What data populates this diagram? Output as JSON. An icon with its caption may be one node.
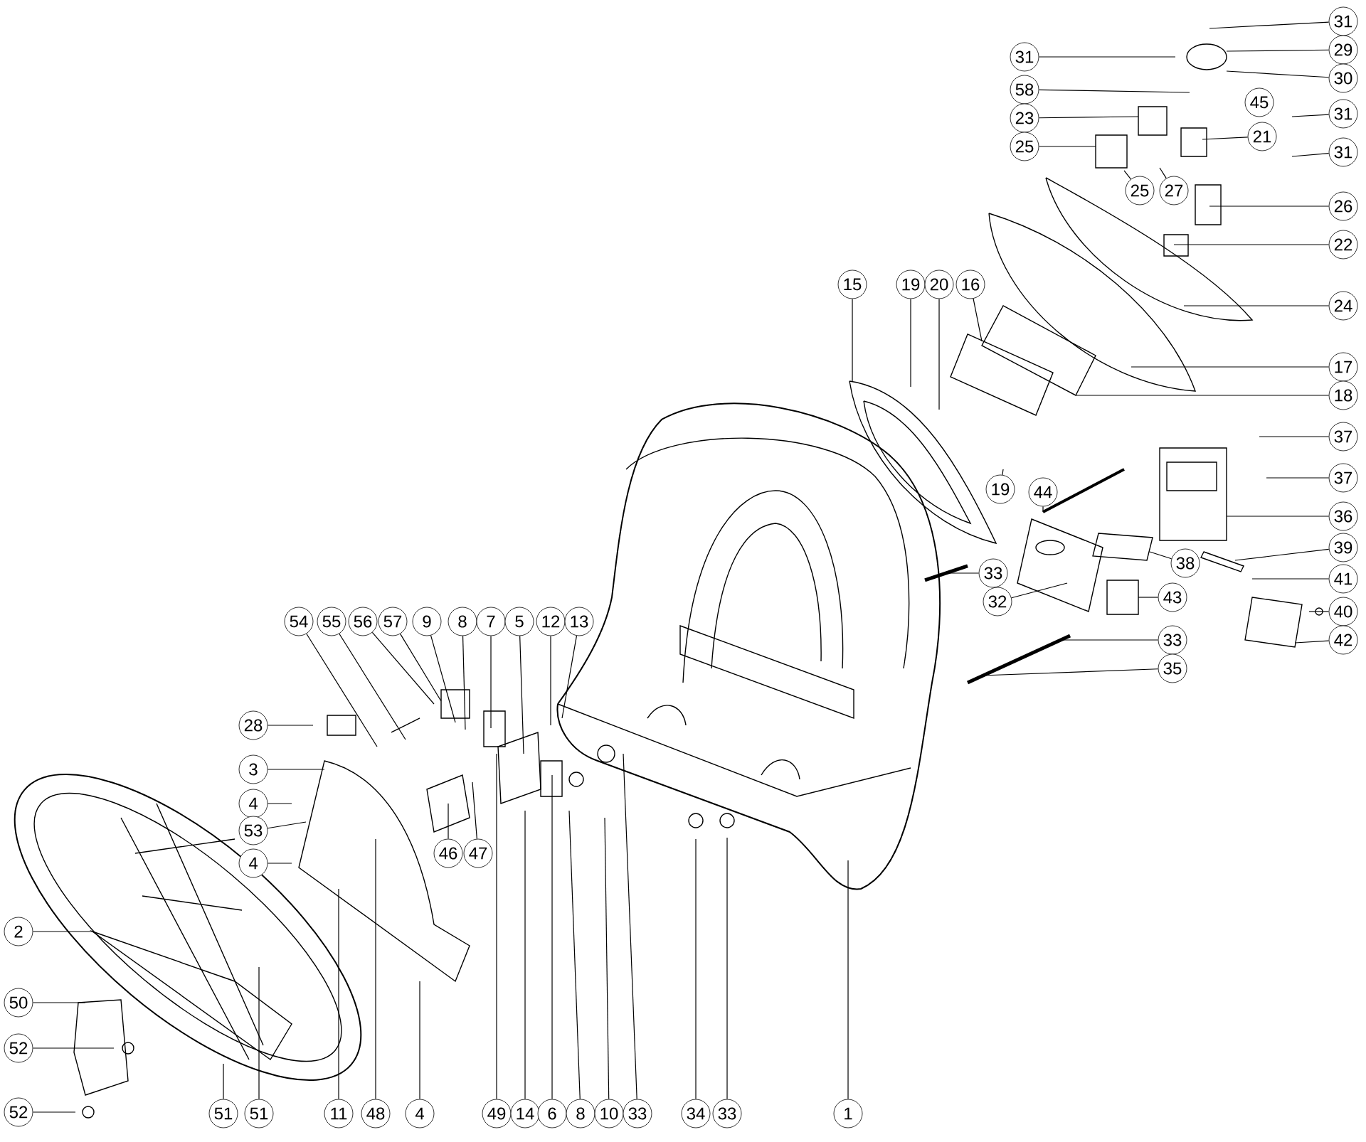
{
  "diagram": {
    "nodes": [
      {
        "text": [
          "31"
        ]
      },
      {
        "text": [
          "29"
        ]
      },
      {
        "text": [
          "31"
        ]
      },
      {
        "text": [
          "30"
        ]
      },
      {
        "text": [
          "58"
        ]
      },
      {
        "text": [
          "45"
        ]
      },
      {
        "text": [
          "23"
        ]
      },
      {
        "text": [
          "31"
        ]
      },
      {
        "text": [
          "21"
        ]
      },
      {
        "text": [
          "25"
        ]
      },
      {
        "text": [
          "31"
        ]
      },
      {
        "text": [
          "25"
        ]
      },
      {
        "text": [
          "27"
        ]
      },
      {
        "text": [
          "26"
        ]
      },
      {
        "text": [
          "22"
        ]
      },
      {
        "text": [
          "15"
        ]
      },
      {
        "text": [
          "19"
        ]
      },
      {
        "text": [
          "20"
        ]
      },
      {
        "text": [
          "16"
        ]
      },
      {
        "text": [
          "24"
        ]
      },
      {
        "text": [
          "17"
        ]
      },
      {
        "text": [
          "18"
        ]
      },
      {
        "text": [
          "37"
        ]
      },
      {
        "text": [
          "37"
        ]
      },
      {
        "text": [
          "19"
        ]
      },
      {
        "text": [
          "44"
        ]
      },
      {
        "text": [
          "36"
        ]
      },
      {
        "text": [
          "39"
        ]
      },
      {
        "text": [
          "38"
        ]
      },
      {
        "text": [
          "33"
        ]
      },
      {
        "text": [
          "41"
        ]
      },
      {
        "text": [
          "32"
        ]
      },
      {
        "text": [
          "43"
        ]
      },
      {
        "text": [
          "40"
        ]
      },
      {
        "text": [
          "33"
        ]
      },
      {
        "text": [
          "42"
        ]
      },
      {
        "text": [
          "35"
        ]
      },
      {
        "text": [
          "54"
        ]
      },
      {
        "text": [
          "55"
        ]
      },
      {
        "text": [
          "56"
        ]
      },
      {
        "text": [
          "57"
        ]
      },
      {
        "text": [
          "9"
        ]
      },
      {
        "text": [
          "8"
        ]
      },
      {
        "text": [
          "7"
        ]
      },
      {
        "text": [
          "5"
        ]
      },
      {
        "text": [
          "12"
        ]
      },
      {
        "text": [
          "13"
        ]
      },
      {
        "text": [
          "28"
        ]
      },
      {
        "text": [
          "3"
        ]
      },
      {
        "text": [
          "4"
        ]
      },
      {
        "text": [
          "53"
        ]
      },
      {
        "text": [
          "4"
        ]
      },
      {
        "text": [
          "46"
        ]
      },
      {
        "text": [
          "47"
        ]
      },
      {
        "text": [
          "2"
        ]
      },
      {
        "text": [
          "50"
        ]
      },
      {
        "text": [
          "52"
        ]
      },
      {
        "text": [
          "52"
        ]
      },
      {
        "text": [
          "51"
        ]
      },
      {
        "text": [
          "51"
        ]
      },
      {
        "text": [
          "11"
        ]
      },
      {
        "text": [
          "48"
        ]
      },
      {
        "text": [
          "4"
        ]
      },
      {
        "text": [
          "49"
        ]
      },
      {
        "text": [
          "14"
        ]
      },
      {
        "text": [
          "6"
        ]
      },
      {
        "text": [
          "8"
        ]
      },
      {
        "text": [
          "10"
        ]
      },
      {
        "text": [
          "33"
        ]
      },
      {
        "text": [
          "34"
        ]
      },
      {
        "text": [
          "33"
        ]
      },
      {
        "text": [
          "1"
        ]
      }
    ],
    "edges": [
      {
        "from": 0,
        "to": null,
        "arrow": "none"
      },
      {
        "from": 1,
        "to": null,
        "arrow": "none"
      },
      {
        "from": 2,
        "to": null,
        "arrow": "none"
      },
      {
        "from": 3,
        "to": null,
        "arrow": "none"
      },
      {
        "from": 4,
        "to": null,
        "arrow": "none"
      },
      {
        "from": 6,
        "to": null,
        "arrow": "none"
      },
      {
        "from": 7,
        "to": null,
        "arrow": "none"
      },
      {
        "from": 8,
        "to": null,
        "arrow": "none"
      },
      {
        "from": 9,
        "to": null,
        "arrow": "none"
      },
      {
        "from": 10,
        "to": null,
        "arrow": "none"
      },
      {
        "from": 11,
        "to": null,
        "arrow": "none"
      },
      {
        "from": 12,
        "to": null,
        "arrow": "none"
      },
      {
        "from": 13,
        "to": null,
        "arrow": "none"
      },
      {
        "from": 14,
        "to": null,
        "arrow": "none"
      },
      {
        "from": 15,
        "to": null,
        "arrow": "none"
      },
      {
        "from": 16,
        "to": null,
        "arrow": "none"
      },
      {
        "from": 17,
        "to": null,
        "arrow": "none"
      },
      {
        "from": 18,
        "to": null,
        "arrow": "none"
      },
      {
        "from": 19,
        "to": null,
        "arrow": "none"
      },
      {
        "from": 20,
        "to": null,
        "arrow": "none"
      },
      {
        "from": 21,
        "to": null,
        "arrow": "none"
      },
      {
        "from": 22,
        "to": null,
        "arrow": "none"
      },
      {
        "from": 23,
        "to": null,
        "arrow": "none"
      },
      {
        "from": 24,
        "to": null,
        "arrow": "none"
      },
      {
        "from": 25,
        "to": null,
        "arrow": "none"
      },
      {
        "from": 26,
        "to": null,
        "arrow": "none"
      },
      {
        "from": 27,
        "to": null,
        "arrow": "none"
      },
      {
        "from": 28,
        "to": null,
        "arrow": "none"
      },
      {
        "from": 29,
        "to": null,
        "arrow": "none"
      },
      {
        "from": 30,
        "to": null,
        "arrow": "none"
      },
      {
        "from": 31,
        "to": null,
        "arrow": "none"
      },
      {
        "from": 32,
        "to": null,
        "arrow": "none"
      },
      {
        "from": 33,
        "to": null,
        "arrow": "none"
      },
      {
        "from": 34,
        "to": null,
        "arrow": "none"
      },
      {
        "from": 35,
        "to": null,
        "arrow": "none"
      },
      {
        "from": 36,
        "to": null,
        "arrow": "none"
      },
      {
        "from": 37,
        "to": null,
        "arrow": "none"
      },
      {
        "from": 38,
        "to": null,
        "arrow": "none"
      },
      {
        "from": 39,
        "to": null,
        "arrow": "none"
      },
      {
        "from": 40,
        "to": null,
        "arrow": "none"
      },
      {
        "from": 41,
        "to": null,
        "arrow": "none"
      },
      {
        "from": 42,
        "to": null,
        "arrow": "none"
      },
      {
        "from": 43,
        "to": null,
        "arrow": "none"
      },
      {
        "from": 44,
        "to": null,
        "arrow": "none"
      },
      {
        "from": 45,
        "to": null,
        "arrow": "none"
      },
      {
        "from": 46,
        "to": null,
        "arrow": "none"
      },
      {
        "from": 47,
        "to": null,
        "arrow": "none"
      },
      {
        "from": 48,
        "to": null,
        "arrow": "none"
      },
      {
        "from": 49,
        "to": null,
        "arrow": "none"
      },
      {
        "from": 50,
        "to": null,
        "arrow": "none"
      },
      {
        "from": 51,
        "to": null,
        "arrow": "none"
      },
      {
        "from": 52,
        "to": null,
        "arrow": "none"
      },
      {
        "from": 53,
        "to": null,
        "arrow": "none"
      },
      {
        "from": 54,
        "to": null,
        "arrow": "none"
      },
      {
        "from": 55,
        "to": null,
        "arrow": "none"
      },
      {
        "from": 56,
        "to": null,
        "arrow": "none"
      },
      {
        "from": 57,
        "to": null,
        "arrow": "none"
      },
      {
        "from": 58,
        "to": null,
        "arrow": "none"
      },
      {
        "from": 59,
        "to": null,
        "arrow": "none"
      },
      {
        "from": 60,
        "to": null,
        "arrow": "none"
      },
      {
        "from": 61,
        "to": null,
        "arrow": "none"
      },
      {
        "from": 62,
        "to": null,
        "arrow": "none"
      },
      {
        "from": 63,
        "to": null,
        "arrow": "none"
      },
      {
        "from": 64,
        "to": null,
        "arrow": "none"
      },
      {
        "from": 65,
        "to": null,
        "arrow": "none"
      },
      {
        "from": 66,
        "to": null,
        "arrow": "none"
      },
      {
        "from": 67,
        "to": null,
        "arrow": "none"
      },
      {
        "from": 68,
        "to": null,
        "arrow": "none"
      },
      {
        "from": 69,
        "to": null,
        "arrow": "none"
      },
      {
        "from": 70,
        "to": null,
        "arrow": "none"
      },
      {
        "from": 71,
        "to": null,
        "arrow": "none"
      }
    ]
  }
}
